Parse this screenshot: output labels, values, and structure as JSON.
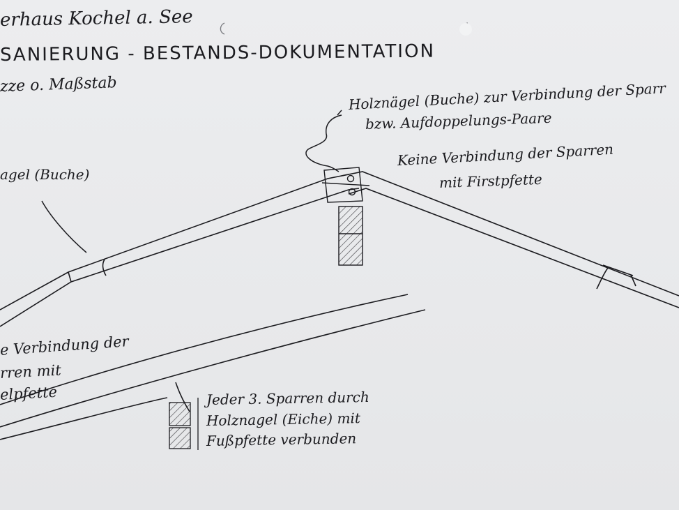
{
  "header": {
    "line1": "erhaus Kochel a. See",
    "line2": "SANIERUNG - BESTANDS-DOKUMENTATION",
    "line3": "zze o. Maßstab"
  },
  "annotations": {
    "ridge_nails": [
      "Holznägel (Buche) zur Verbindung der Sparr",
      "bzw. Aufdoppelungs-Paare"
    ],
    "ridge_purlin": [
      "Keine Verbindung der Sparren",
      "mit Firstpfette"
    ],
    "left_nail": "agel (Buche)",
    "mid_purlin": [
      "e Verbindung der",
      "rren mit",
      "elpfette"
    ],
    "foot_purlin": [
      "Jeder 3. Sparren durch",
      "Holznagel (Eiche) mit",
      "Fußpfette verbunden"
    ]
  },
  "colors": {
    "ink": "#1b1b1f",
    "paper": "#eaebed",
    "hatch": "#3a3a3e"
  }
}
